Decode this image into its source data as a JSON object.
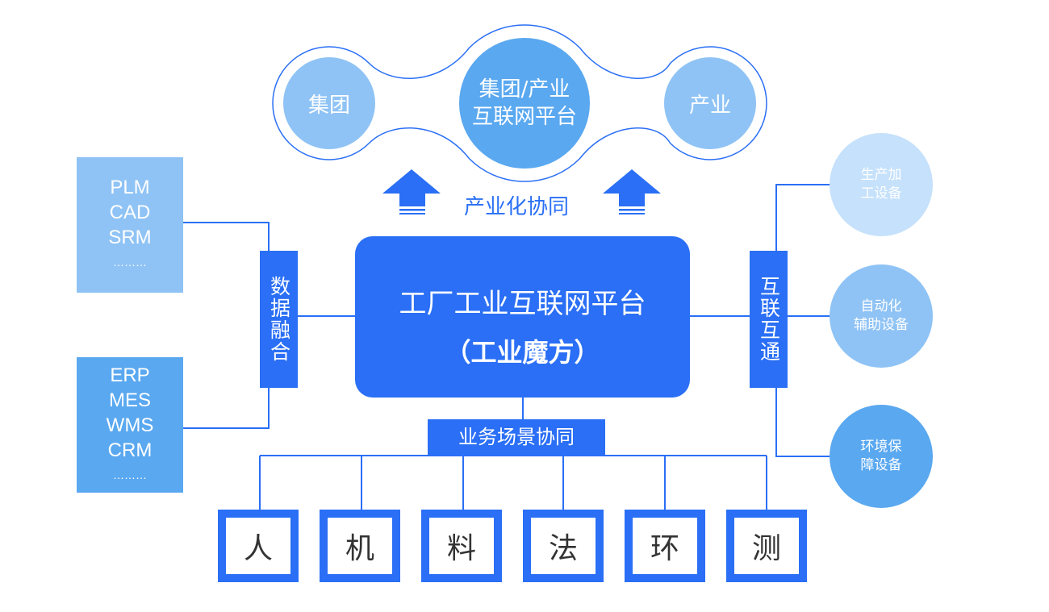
{
  "top": {
    "left_circle": "集团",
    "center_circle": "集团/产业\n互联网平台",
    "right_circle": "产业",
    "collab_label": "产业化协同"
  },
  "center": {
    "title": "工厂工业互联网平台",
    "subtitle": "（工业魔方）"
  },
  "left": {
    "box1": [
      "PLM",
      "CAD",
      "SRM",
      "………"
    ],
    "box2": [
      "ERP",
      "MES",
      "WMS",
      "CRM",
      "………"
    ],
    "label": "数据融合"
  },
  "right": {
    "label": "互联互通",
    "circles": [
      "生产加\n工设备",
      "自动化\n辅助设备",
      "环境保\n障设备"
    ]
  },
  "bottom": {
    "label": "业务场景协同",
    "items": [
      "人",
      "机",
      "料",
      "法",
      "环",
      "测"
    ]
  },
  "colors": {
    "primary": "#2a6ff5",
    "mid": "#5aa8f0",
    "light": "#8fc3f5",
    "pale": "#c6e1fb"
  }
}
